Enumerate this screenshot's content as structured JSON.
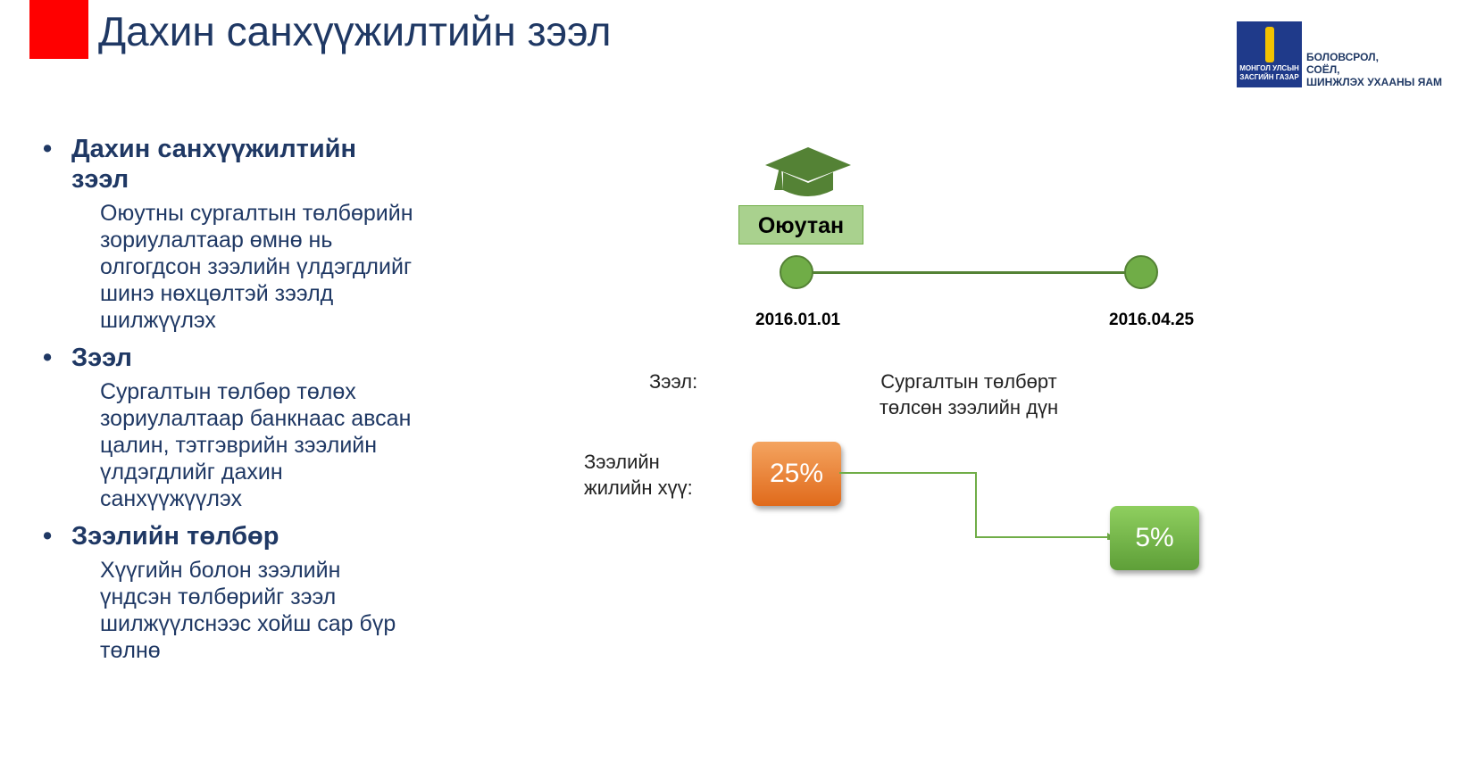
{
  "title": "Дахин санхүүжилтийн зээл",
  "logo": {
    "line1": "МОНГОЛ УЛСЫН",
    "line2": "ЗАСГИЙН ГАЗАР",
    "name1": "БОЛОВСРОЛ,",
    "name2": "СОЁЛ,",
    "name3": "ШИНЖЛЭХ УХААНЫ ЯАМ"
  },
  "bullets": [
    {
      "head": "Дахин санхүүжилтийн зээл",
      "body": "Оюутны сургалтын төлбөрийн зориулалтаар өмнө нь олгогдсон зээлийн үлдэгдлийг шинэ нөхцөлтэй зээлд шилжүүлэх"
    },
    {
      "head": "Зээл",
      "body": "Сургалтын төлбөр төлөх зориулалтаар банкнаас авсан цалин, тэтгэврийн зээлийн үлдэгдлийг дахин санхүүжүүлэх"
    },
    {
      "head": "Зээлийн төлбөр",
      "body": "Хүүгийн болон зээлийн үндсэн төлбөрийг зээл шилжүүлснээс хойш сар бүр төлнө"
    }
  ],
  "diagram": {
    "student": "Оюутан",
    "date_start": "2016.01.01",
    "date_end": "2016.04.25",
    "loan_label": "Зээл:",
    "loan_desc_1": "Сургалтын төлбөрт",
    "loan_desc_2": "төлсөн зээлийн дүн",
    "rate_label_1": "Зээлийн",
    "rate_label_2": "жилийн хүү:",
    "rate_old": "25%",
    "rate_new": "5%",
    "colors": {
      "old": "#ed7d31",
      "new": "#70ad47"
    }
  }
}
